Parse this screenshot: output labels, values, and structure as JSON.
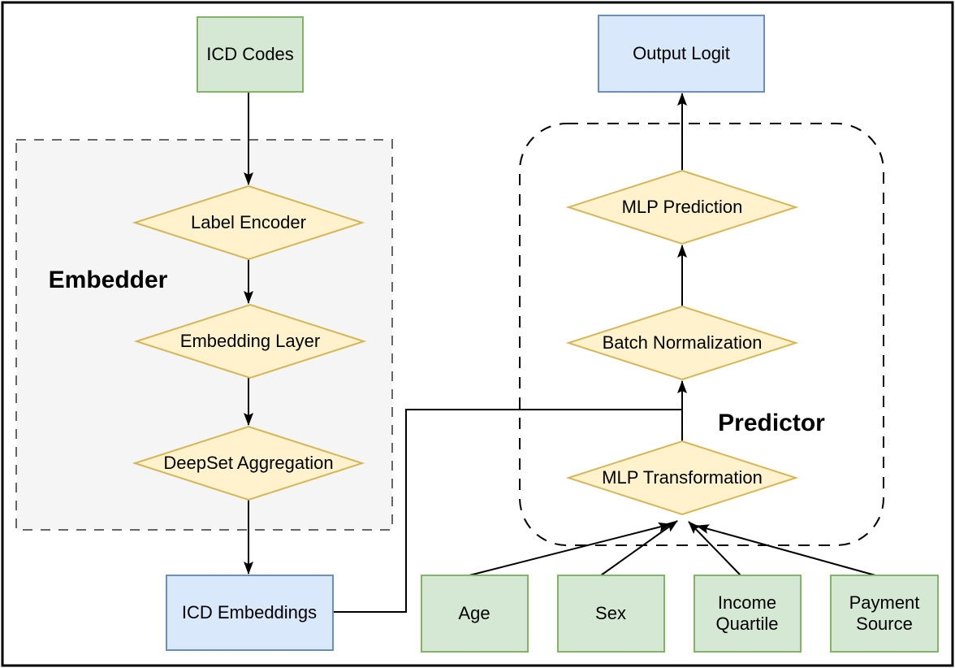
{
  "groups": {
    "embedder": {
      "label": "Embedder"
    },
    "predictor": {
      "label": "Predictor"
    }
  },
  "nodes": {
    "icd_codes": {
      "label": "ICD Codes",
      "shape": "rectangle",
      "color": "green"
    },
    "output_logit": {
      "label": "Output Logit",
      "shape": "rectangle",
      "color": "blue"
    },
    "label_encoder": {
      "label": "Label Encoder",
      "shape": "diamond",
      "color": "yellow"
    },
    "embedding_layer": {
      "label": "Embedding Layer",
      "shape": "diamond",
      "color": "yellow"
    },
    "deepset_aggregation": {
      "label": "DeepSet Aggregation",
      "shape": "diamond",
      "color": "yellow"
    },
    "icd_embeddings": {
      "label": "ICD Embeddings",
      "shape": "rectangle",
      "color": "blue"
    },
    "mlp_prediction": {
      "label": "MLP Prediction",
      "shape": "diamond",
      "color": "yellow"
    },
    "batch_normalization": {
      "label": "Batch Normalization",
      "shape": "diamond",
      "color": "yellow"
    },
    "mlp_transformation": {
      "label": "MLP Transformation",
      "shape": "diamond",
      "color": "yellow"
    },
    "age": {
      "label": "Age",
      "shape": "rectangle",
      "color": "green"
    },
    "sex": {
      "label": "Sex",
      "shape": "rectangle",
      "color": "green"
    },
    "income_quartile": {
      "label": "Income Quartile",
      "shape": "rectangle",
      "color": "green"
    },
    "payment_source": {
      "label": "Payment Source",
      "shape": "rectangle",
      "color": "green"
    }
  },
  "edges": [
    {
      "from": "icd_codes",
      "to": "label_encoder"
    },
    {
      "from": "label_encoder",
      "to": "embedding_layer"
    },
    {
      "from": "embedding_layer",
      "to": "deepset_aggregation"
    },
    {
      "from": "deepset_aggregation",
      "to": "icd_embeddings"
    },
    {
      "from": "icd_embeddings",
      "to": "mlp_transformation_to_batch_normalization_line"
    },
    {
      "from": "mlp_transformation",
      "to": "batch_normalization"
    },
    {
      "from": "batch_normalization",
      "to": "mlp_prediction"
    },
    {
      "from": "mlp_prediction",
      "to": "output_logit"
    },
    {
      "from": "age",
      "to": "mlp_transformation"
    },
    {
      "from": "sex",
      "to": "mlp_transformation"
    },
    {
      "from": "income_quartile",
      "to": "mlp_transformation"
    },
    {
      "from": "payment_source",
      "to": "mlp_transformation"
    }
  ],
  "colors": {
    "green_fill": "#d5e8d4",
    "green_stroke": "#82b366",
    "blue_fill": "#dae8fc",
    "blue_stroke": "#6c8ebf",
    "yellow_fill": "#fff2cc",
    "yellow_stroke": "#d6b656",
    "group_fill": "#f5f5f5",
    "group_stroke": "#666666",
    "edge": "#000000"
  }
}
